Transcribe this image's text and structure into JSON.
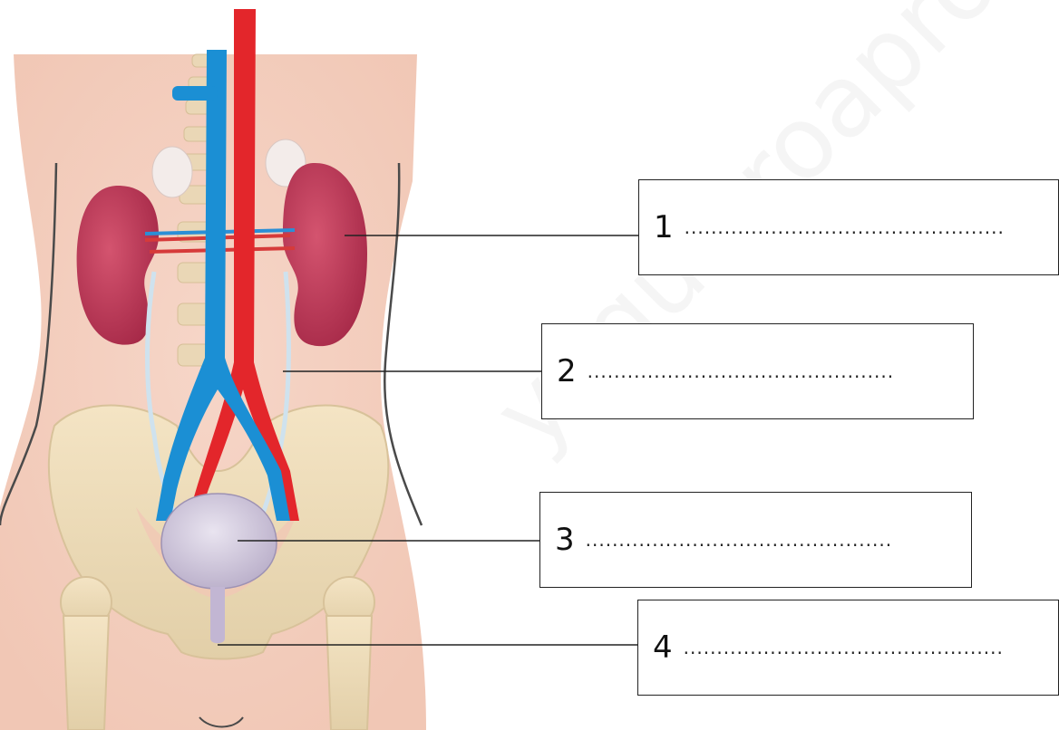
{
  "watermark": "yoquieroaprobar.es",
  "labels": [
    {
      "number": "1",
      "blank": "................................................"
    },
    {
      "number": "2",
      "blank": ".............................................."
    },
    {
      "number": "3",
      "blank": ".............................................."
    },
    {
      "number": "4",
      "blank": "................................................"
    }
  ]
}
